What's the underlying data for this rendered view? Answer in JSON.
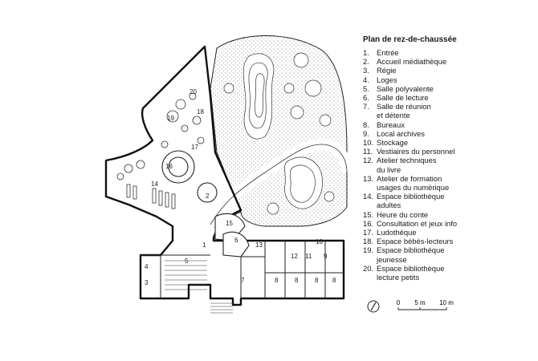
{
  "legend": {
    "title": "Plan de rez-de-chaussée",
    "items": [
      {
        "num": "1.",
        "label": "Entrée"
      },
      {
        "num": "2.",
        "label": "Accueil médiathèque"
      },
      {
        "num": "3.",
        "label": "Régie"
      },
      {
        "num": "4.",
        "label": "Loges"
      },
      {
        "num": "5.",
        "label": "Salle polyvalente"
      },
      {
        "num": "6.",
        "label": "Salle de lecture"
      },
      {
        "num": "7.",
        "label": "Salle de réunion\net détente"
      },
      {
        "num": "8.",
        "label": "Bureaux"
      },
      {
        "num": "9.",
        "label": "Local archives"
      },
      {
        "num": "10.",
        "label": "Stockage"
      },
      {
        "num": "11.",
        "label": "Vestiaires du personnel"
      },
      {
        "num": "12.",
        "label": "Atelier techniques\ndu livre"
      },
      {
        "num": "13.",
        "label": "Atelier de formation\nusages du numérique"
      },
      {
        "num": "14.",
        "label": "Espace bibliothèque\nadultes"
      },
      {
        "num": "15.",
        "label": "Heure du conte"
      },
      {
        "num": "16.",
        "label": "Consultation et jeux info"
      },
      {
        "num": "17.",
        "label": "Ludothèque"
      },
      {
        "num": "18.",
        "label": "Espace bébés-lecteurs"
      },
      {
        "num": "19.",
        "label": "Espace bibliothèque\njeunesse"
      },
      {
        "num": "20.",
        "label": "Espace bibliothèque\nlecture petits"
      }
    ]
  },
  "scale": {
    "zero": "0",
    "mid": "5 m",
    "end": "10 m"
  },
  "plan_numbers": [
    "20",
    "19",
    "18",
    "17",
    "16",
    "2",
    "15",
    "14",
    "13",
    "6",
    "12",
    "10",
    "11",
    "9",
    "7",
    "8",
    "8",
    "8",
    "8",
    "5",
    "4",
    "3",
    "1"
  ],
  "icons": {
    "north": "north-arrow-icon"
  }
}
